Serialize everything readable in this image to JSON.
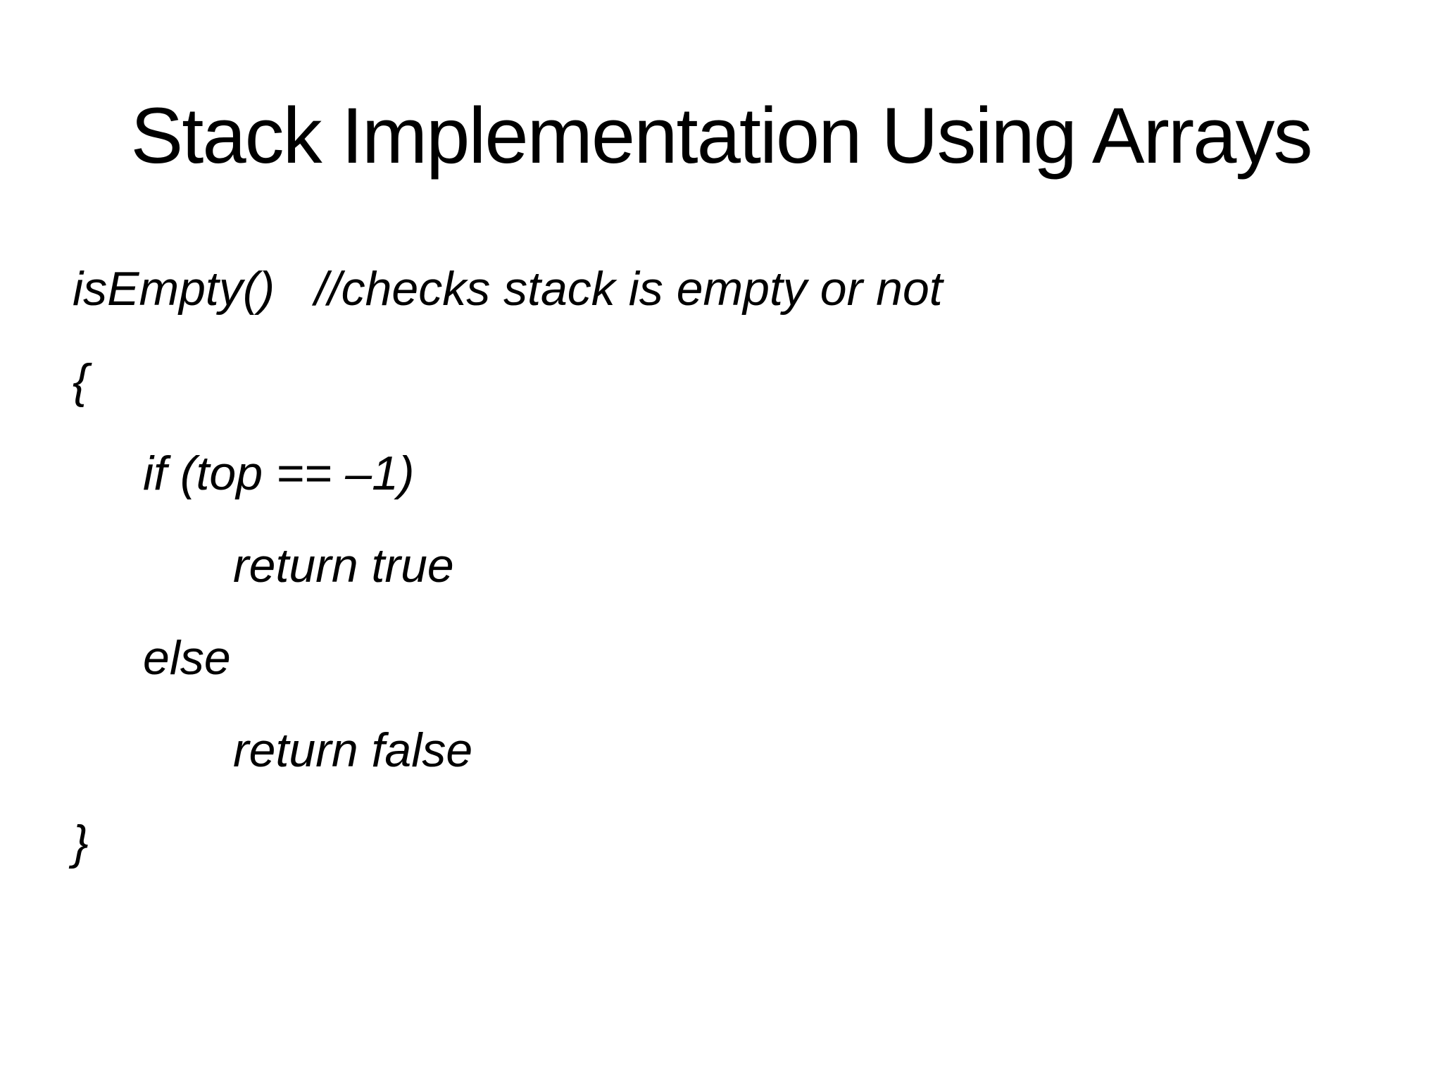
{
  "slide": {
    "title": "Stack Implementation Using Arrays"
  },
  "code": {
    "lines": [
      {
        "text": "isEmpty()   //checks stack is empty or not"
      },
      {
        "text": "{"
      },
      {
        "text": "if (top == –1)"
      },
      {
        "text": "return true"
      },
      {
        "text": "else"
      },
      {
        "text": "return false"
      },
      {
        "text": "}"
      }
    ]
  },
  "colors": {
    "background": "#ffffff",
    "text": "#000000"
  }
}
